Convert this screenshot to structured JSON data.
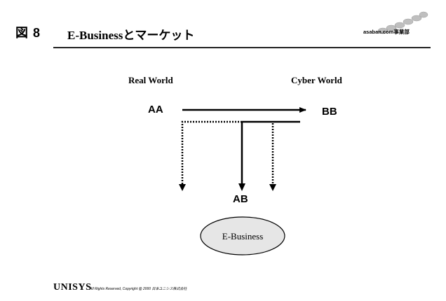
{
  "header": {
    "figure_label": "図 8",
    "title": "E-Businessとマーケット",
    "brand_text": "asaban.com事業部"
  },
  "diagram": {
    "left_heading": "Real World",
    "right_heading": "Cyber World",
    "node_source": "AA",
    "node_target": "BB",
    "node_bottom": "AB",
    "ellipse_label": "E-Business"
  },
  "footer": {
    "logo": "UNISYS",
    "note": "All Rights Reserved, Copyright @ 2000 日本ユニシス株式会社"
  },
  "colors": {
    "ellipse_fill": "#e6e6e6",
    "line": "#000000"
  }
}
